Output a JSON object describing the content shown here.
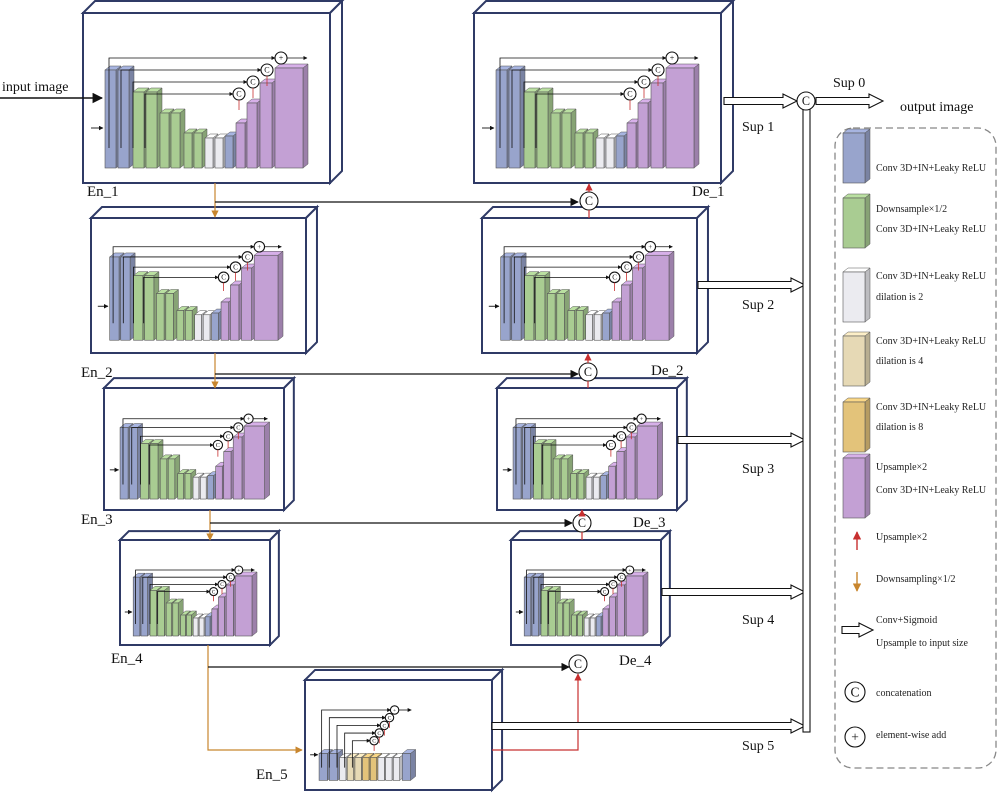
{
  "colors": {
    "frame": "#2f3a66",
    "blue": "#98a4cc",
    "green": "#a9cc92",
    "white": "#ebebf0",
    "light_tan": "#e6d9b5",
    "gold": "#e3c37a",
    "purple": "#c3a0d4",
    "orange_arrow": "#c8862e",
    "red_arrow": "#c83030",
    "black": "#111111"
  },
  "labels": {
    "input": "input image",
    "output": "output image",
    "sup0": "Sup 0",
    "en1": "En_1",
    "en2": "En_2",
    "en3": "En_3",
    "en4": "En_4",
    "en5": "En_5",
    "de1": "De_1",
    "de2": "De_2",
    "de3": "De_3",
    "de4": "De_4",
    "sup1": "Sup 1",
    "sup2": "Sup 2",
    "sup3": "Sup 3",
    "sup4": "Sup 4",
    "sup5": "Sup 5"
  },
  "legend": {
    "conv": "Conv 3D+IN+Leaky ReLU",
    "down_a": "Downsample×1/2",
    "down_b": "Conv 3D+IN+Leaky ReLU",
    "d2_a": "Conv 3D+IN+Leaky ReLU",
    "d2_b": "dilation is 2",
    "d4_a": "Conv 3D+IN+Leaky ReLU",
    "d4_b": "dilation is 4",
    "d8_a": "Conv 3D+IN+Leaky ReLU",
    "d8_b": "dilation is 8",
    "up_a": "Upsample×2",
    "up_b": "Conv 3D+IN+Leaky ReLU",
    "red_arrow": "Upsample×2",
    "orange_arrow": "Downsampling×1/2",
    "sig_a": "Conv+Sigmoid",
    "sig_b": "Upsample to input size",
    "concat": "concatenation",
    "add": "element-wise add",
    "concat_symbol": "C",
    "add_symbol": "+"
  }
}
